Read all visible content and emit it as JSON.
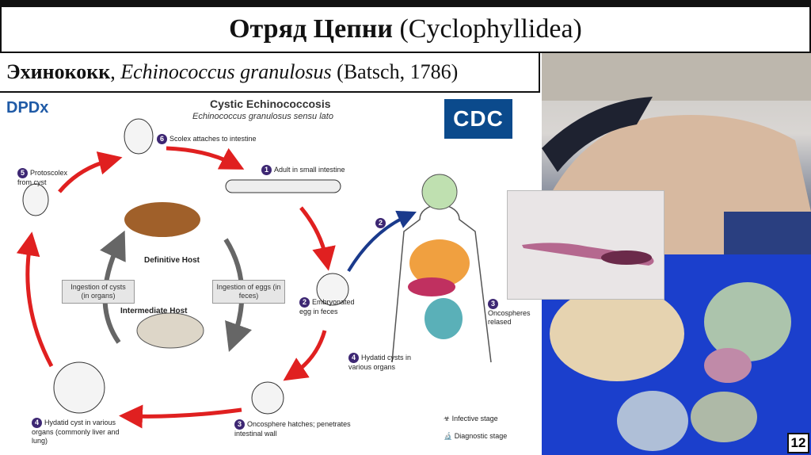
{
  "slide": {
    "title_bold": "Отряд Цепни",
    "title_rest": " (Cyclophyllidea)",
    "subtitle_genus": "Эхинококк",
    "subtitle_sep": ", ",
    "subtitle_latin": "Echinococcus granulosus",
    "subtitle_author": " (Batsch, 1786)",
    "page_number": "12"
  },
  "diagram": {
    "logo_left": "DPDx",
    "logo_right": "CDC",
    "title": "Cystic Echinococcosis",
    "subtitle": "Echinococcus granulosus sensu lato",
    "steps": [
      {
        "num": "1",
        "text": "Adult in small intestine"
      },
      {
        "num": "2",
        "text": "Embryonated egg in feces"
      },
      {
        "num": "2",
        "text": ""
      },
      {
        "num": "3",
        "text": "Oncosphere hatches; penetrates intestinal wall"
      },
      {
        "num": "3",
        "text": "Oncospheres relased"
      },
      {
        "num": "4",
        "text": "Hydatid cyst in various organs (commonly liver and lung)"
      },
      {
        "num": "4",
        "text": "Hydatid cysts in various organs"
      },
      {
        "num": "5",
        "text": "Protoscolex from cyst"
      },
      {
        "num": "6",
        "text": "Scolex attaches to intestine"
      }
    ],
    "definitive_host": "Definitive Host",
    "intermediate_host": "Intermediate Host",
    "box_cysts": "Ingestion of cysts (in organs)",
    "box_eggs": "Ingestion of eggs (in feces)",
    "legend_infective": "Infective stage",
    "legend_diagnostic": "Diagnostic stage"
  },
  "colors": {
    "arrow_red": "#e02020",
    "arrow_grey": "#666666",
    "arrow_blue": "#1a3a8c",
    "step_badge": "#3d2773"
  }
}
